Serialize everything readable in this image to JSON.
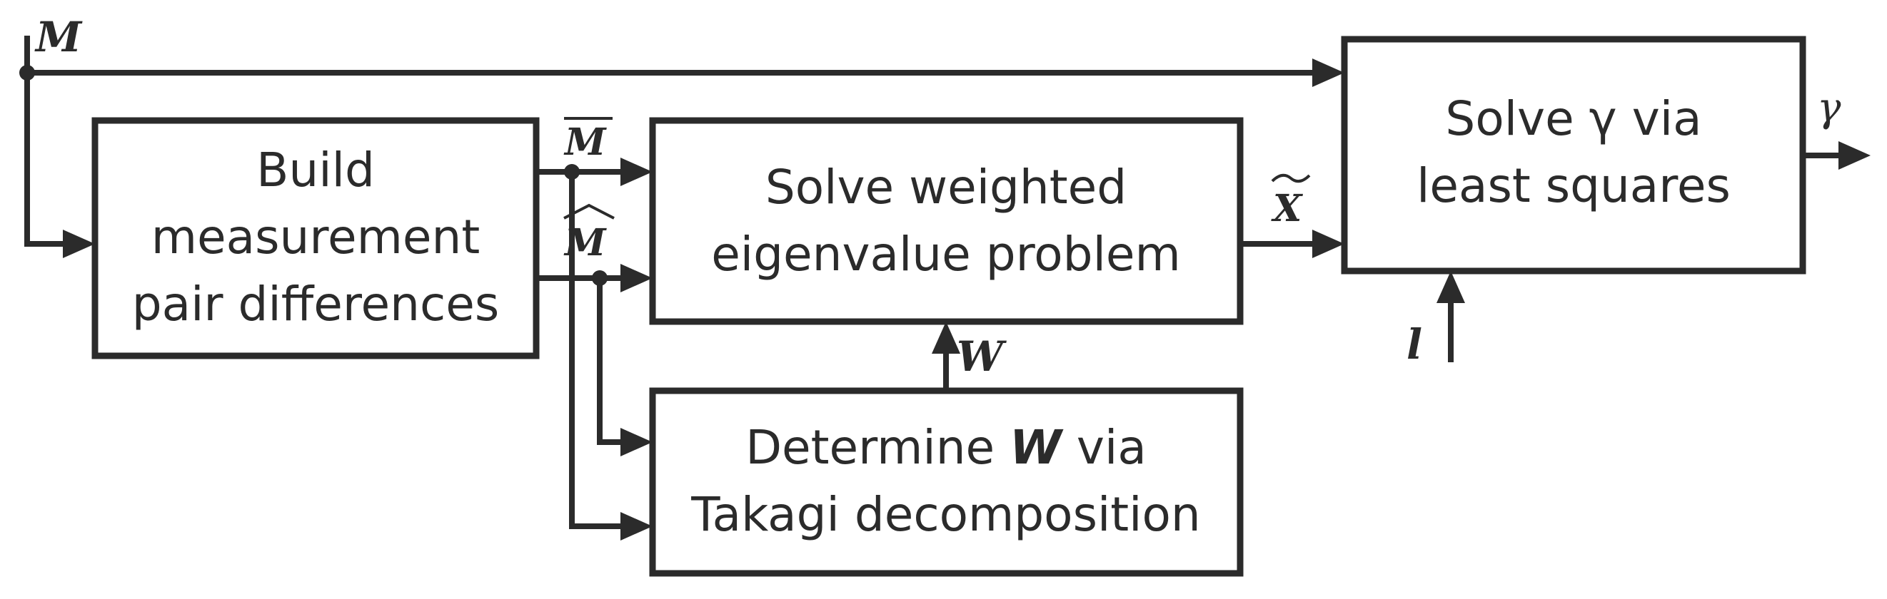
{
  "blocks": {
    "build": {
      "lines": [
        "Build",
        "measurement",
        "pair differences"
      ]
    },
    "solve_eig": {
      "lines": [
        "Solve weighted",
        "eigenvalue problem"
      ]
    },
    "determine_w": {
      "line1_pre": "Determine ",
      "line1_em": "W",
      "line1_post": " via",
      "line2": "Takagi decomposition"
    },
    "solve_gamma": {
      "lines": [
        "Solve γ via",
        "least squares"
      ]
    }
  },
  "signals": {
    "m": "M",
    "m_bar": "M",
    "m_hat": "M",
    "x_tilde": "X",
    "w": "W",
    "l": "l",
    "gamma": "γ"
  }
}
